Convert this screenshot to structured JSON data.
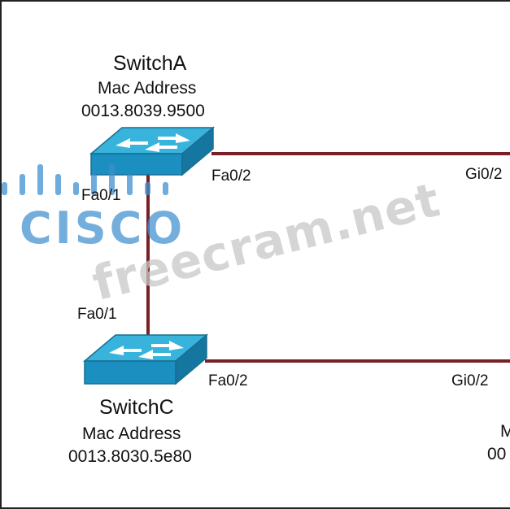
{
  "switches": [
    {
      "name": "SwitchA",
      "mac_label": "Mac Address",
      "mac": "0013.8039.9500"
    },
    {
      "name": "SwitchC",
      "mac_label": "Mac Address",
      "mac": "0013.8030.5e80"
    }
  ],
  "ports": {
    "a_fa01": "Fa0/1",
    "a_fa02": "Fa0/2",
    "a_gi02": "Gi0/2",
    "c_fa01": "Fa0/1",
    "c_fa02": "Fa0/2",
    "c_gi02": "Gi0/2"
  },
  "cut_off_text": {
    "right_m": "M",
    "right_00": "00"
  },
  "watermarks": {
    "logo_text": "CISCO",
    "site": "freecram.net"
  },
  "colors": {
    "link": "#7a1f24",
    "switch_body": "#1b8fbf",
    "switch_top": "#37b3dc",
    "watermark_logo": "#3f8fcf",
    "watermark_text": "#bdbdbd"
  }
}
